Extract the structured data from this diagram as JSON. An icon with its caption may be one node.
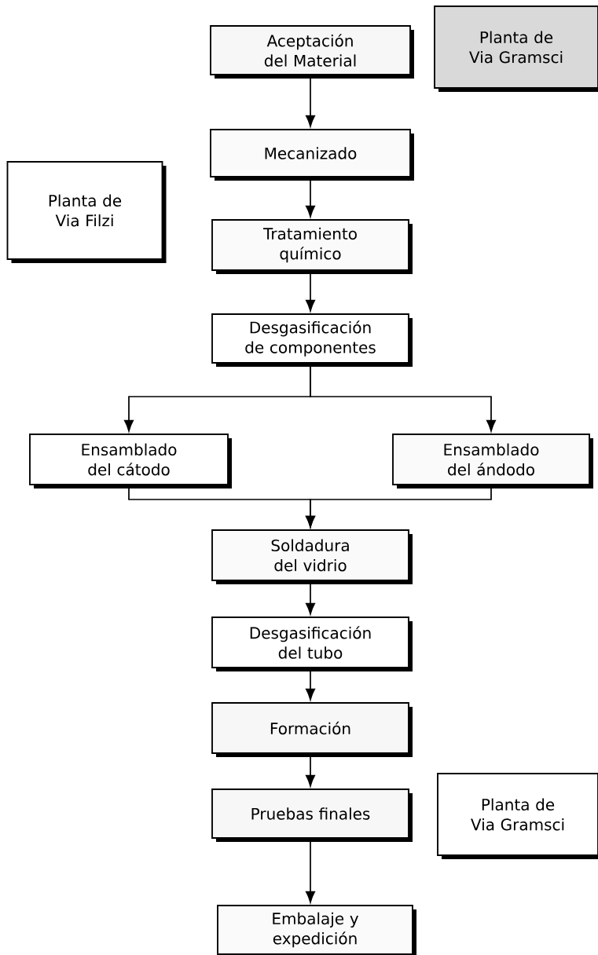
{
  "diagram": {
    "nodes": [
      {
        "text": [
          "Aceptación del Material"
        ]
      },
      {
        "text": [
          "Planta de Via Gramsci"
        ]
      },
      {
        "text": [
          "Mecanizado"
        ]
      },
      {
        "text": [
          "Planta de Via Filzi"
        ]
      },
      {
        "text": [
          "Tratamiento químico"
        ]
      },
      {
        "text": [
          "Desgasificación de componentes"
        ]
      },
      {
        "text": [
          "Ensamblado del cátodo"
        ]
      },
      {
        "text": [
          "Ensamblado del ándodo"
        ]
      },
      {
        "text": [
          "Soldadura del vidrio"
        ]
      },
      {
        "text": [
          "Desgasificación del tubo"
        ]
      },
      {
        "text": [
          "Formación"
        ]
      },
      {
        "text": [
          "Pruebas finales"
        ]
      },
      {
        "text": [
          "Planta de Via Gramsci"
        ]
      },
      {
        "text": [
          "Embalaje y expedición"
        ]
      }
    ],
    "edges": [
      {
        "from": 0,
        "to": 2,
        "arrow": "to"
      },
      {
        "from": 2,
        "to": 4,
        "arrow": "to"
      },
      {
        "from": 4,
        "to": 5,
        "arrow": "to"
      },
      {
        "from": 5,
        "to": 6,
        "arrow": "to"
      },
      {
        "from": 5,
        "to": 7,
        "arrow": "to"
      },
      {
        "from": 6,
        "to": 8,
        "arrow": "to"
      },
      {
        "from": 7,
        "to": 8,
        "arrow": "to"
      },
      {
        "from": 8,
        "to": 9,
        "arrow": "to"
      },
      {
        "from": 9,
        "to": 10,
        "arrow": "to"
      },
      {
        "from": 10,
        "to": 11,
        "arrow": "to"
      },
      {
        "from": 11,
        "to": 13,
        "arrow": "to"
      }
    ]
  }
}
